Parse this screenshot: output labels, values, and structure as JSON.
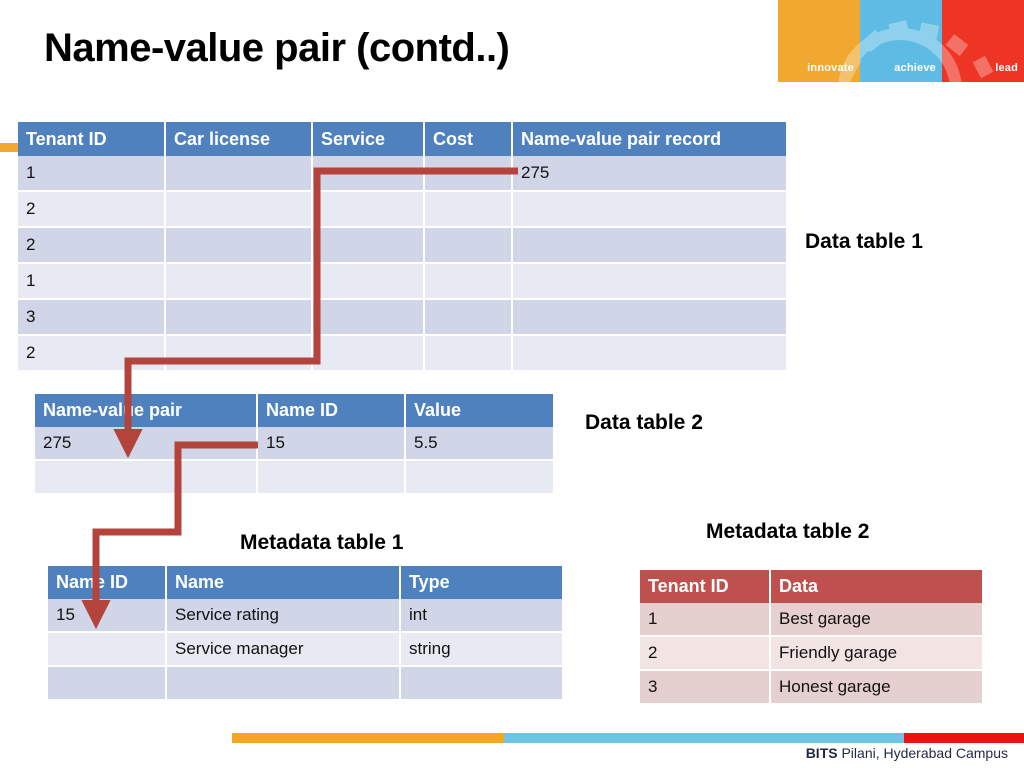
{
  "slide": {
    "title": "Name-value pair (contd..)"
  },
  "logo": {
    "segments": [
      {
        "label": "innovate",
        "color": "#F0A830"
      },
      {
        "label": "achieve",
        "color": "#5EBCE4"
      },
      {
        "label": "lead",
        "color": "#EE3424"
      }
    ]
  },
  "captions": {
    "data_table_1": "Data table 1",
    "data_table_2": "Data table 2",
    "metadata_table_1": "Metadata table 1",
    "metadata_table_2": "Metadata table 2"
  },
  "data_table_1": {
    "headers": [
      "Tenant ID",
      "Car license",
      "Service",
      "Cost",
      "Name-value pair record"
    ],
    "rows": [
      [
        "1",
        "",
        "",
        "",
        "275"
      ],
      [
        "2",
        "",
        "",
        "",
        ""
      ],
      [
        "2",
        "",
        "",
        "",
        ""
      ],
      [
        "1",
        "",
        "",
        "",
        ""
      ],
      [
        "3",
        "",
        "",
        "",
        ""
      ],
      [
        "2",
        "",
        "",
        "",
        ""
      ]
    ]
  },
  "data_table_2": {
    "headers": [
      "Name-value pair",
      "Name ID",
      "Value"
    ],
    "rows": [
      [
        "275",
        "15",
        "5.5"
      ],
      [
        "",
        "",
        ""
      ]
    ]
  },
  "metadata_table_1": {
    "headers": [
      "Name ID",
      "Name",
      "Type"
    ],
    "rows": [
      [
        "15",
        "Service rating",
        "int"
      ],
      [
        "",
        "Service manager",
        "string"
      ],
      [
        "",
        "",
        ""
      ]
    ]
  },
  "metadata_table_2": {
    "headers": [
      "Tenant ID",
      "Data"
    ],
    "rows": [
      [
        "1",
        "Best garage"
      ],
      [
        "2",
        "Friendly garage"
      ],
      [
        "3",
        "Honest garage"
      ]
    ]
  },
  "footer": {
    "brand_bold": "BITS",
    "brand_rest": " Pilani, Hyderabad Campus",
    "bar_colors": [
      "#F5A623",
      "#6FC3E3",
      "#F01010"
    ]
  },
  "theme": {
    "header_blue": "#4E81BD",
    "row_blue_odd": "#D0D6E7",
    "row_blue_even": "#E7EAF2",
    "header_red": "#C0504D",
    "row_red_odd": "#E6D0CF",
    "row_red_even": "#F2E4E3",
    "arrow_color": "#B4433C",
    "accent_orange": "#F0A830"
  },
  "arrows": [
    {
      "name": "arrow-record-to-pair",
      "from": "data-table-1 name-value pair record cell (275)",
      "to": "data-table-2 name-value pair cell (275)"
    },
    {
      "name": "arrow-nameid-to-metadata",
      "from": "data-table-2 name id cell (15)",
      "to": "metadata-table-1 name id cell (15)"
    }
  ]
}
